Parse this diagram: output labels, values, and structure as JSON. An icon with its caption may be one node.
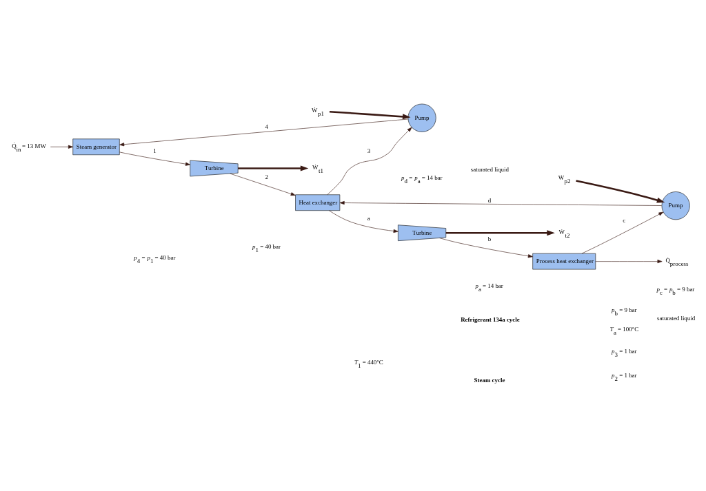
{
  "diagram": {
    "nodes": [
      {
        "text": [
          "Q̇$_{in}$ = 13 MW"
        ]
      },
      {
        "text": [
          "Steam generator"
        ]
      },
      {
        "text": [
          "Turbine"
        ]
      },
      {
        "text": [
          "Ẇ$_{t1}$"
        ]
      },
      {
        "text": [
          "Heat exchanger"
        ]
      },
      {
        "text": [
          "Pump"
        ]
      },
      {
        "text": [
          "Ẇ$_{p1}$"
        ]
      },
      {
        "text": [
          "Turbine"
        ]
      },
      {
        "text": [
          "Ẇ$_{t2}$"
        ]
      },
      {
        "text": [
          "Process heat exchanger"
        ]
      },
      {
        "text": [
          "Q̇$_{process}$"
        ]
      },
      {
        "text": [
          "Pump"
        ]
      },
      {
        "text": [
          "Ẇ$_{p2}$"
        ]
      }
    ],
    "edges": [
      {
        "from": 0,
        "to": 1,
        "arrow": "to"
      },
      {
        "from": 1,
        "to": 2,
        "arrow": "to",
        "label": "1"
      },
      {
        "from": 2,
        "to": 3,
        "arrow": "to",
        "style": "thick"
      },
      {
        "from": 2,
        "to": 4,
        "arrow": "to",
        "label": "2"
      },
      {
        "from": 4,
        "to": 5,
        "arrow": "to",
        "label": "3"
      },
      {
        "from": 5,
        "to": 1,
        "arrow": "to",
        "label": "4"
      },
      {
        "from": 6,
        "to": 5,
        "arrow": "to",
        "style": "thick"
      },
      {
        "from": 4,
        "to": 7,
        "arrow": "to",
        "label": "a"
      },
      {
        "from": 7,
        "to": 8,
        "arrow": "to",
        "style": "thick"
      },
      {
        "from": 7,
        "to": 9,
        "arrow": "to",
        "label": "b"
      },
      {
        "from": 9,
        "to": 10,
        "arrow": "to"
      },
      {
        "from": 9,
        "to": 11,
        "arrow": "to",
        "label": "c"
      },
      {
        "from": 11,
        "to": 4,
        "arrow": "to",
        "label": "d"
      },
      {
        "from": 12,
        "to": 11,
        "arrow": "to",
        "style": "thick"
      }
    ],
    "labels": [
      "*p*$_{1}$ = 40 bar",
      "*T*$_{1}$ = 440°C",
      "*p*$_{2}$ = 1 bar",
      "*p*$_{4}$ = *p*$_{1}$ = 40 bar",
      "Steam cycle",
      "*p*$_{a}$ = 14 bar",
      "*T*$_{a}$ = 100°C",
      "Refrigerant 134a cycle",
      "*p*$_{b}$ = 9 bar",
      "*p*$_{3}$ = 1 bar",
      "saturated liquid",
      "*p*$_{d}$ = *p*$_{a}$ = 14 bar",
      "*p*$_{c}$ = *p*$_{b}$ = 9 bar",
      "saturated liquid"
    ]
  }
}
